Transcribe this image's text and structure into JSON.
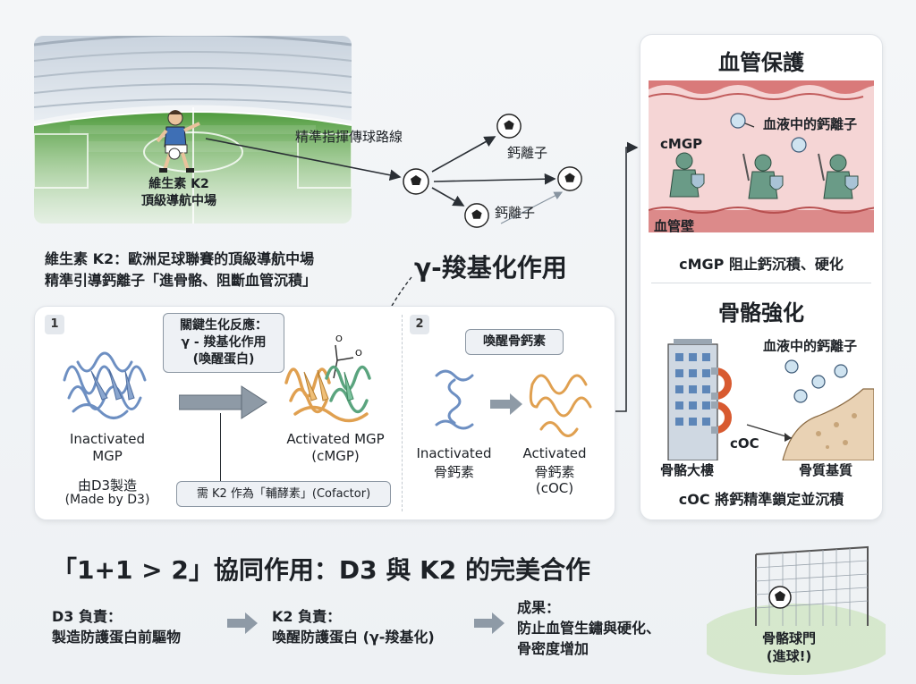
{
  "stadium": {
    "player_label": "維生素 K2",
    "player_sublabel": "頂級導航中場",
    "pass_label": "精準指揮傳球路線",
    "ion1": "鈣離子",
    "ion2": "鈣離子"
  },
  "intro": {
    "line1": "維生素 K2：歐洲足球聯賽的頂級導航中場",
    "line2": "精準引導鈣離子「進骨骼、阻斷血管沉積」"
  },
  "gamma_title": "γ-羧基化作用",
  "panel1": {
    "number": "1",
    "reaction_line1": "關鍵生化反應：",
    "reaction_line2": "γ - 羧基化作用",
    "reaction_line3": "(喚醒蛋白)",
    "inactive_line1": "Inactivated",
    "inactive_line2": "MGP",
    "made_line1": "由D3製造",
    "made_line2": "(Made by D3)",
    "active_line1": "Activated MGP",
    "active_line2": "(cMGP)",
    "cofactor": "需 K2 作為「輔酵素」(Cofactor)"
  },
  "panel2": {
    "number": "2",
    "wake_label": "喚醒骨鈣素",
    "inactive_line1": "Inactivated",
    "inactive_line2": "骨鈣素",
    "active_line1": "Activated",
    "active_line2": "骨鈣素",
    "active_line3": "(cOC)"
  },
  "vessel": {
    "title": "血管保護",
    "cmgp_label": "cMGP",
    "blood_ion": "血液中的鈣離子",
    "wall_label": "血管壁",
    "caption": "cMGP 阻止鈣沉積、硬化"
  },
  "bone": {
    "title": "骨骼強化",
    "blood_ion": "血液中的鈣離子",
    "coc_label": "cOC",
    "building_label": "骨骼大樓",
    "matrix_label": "骨質基質",
    "caption": "cOC 將鈣精準鎖定並沉積"
  },
  "synergy": {
    "title": "「1+1 > 2」協同作用：D3 與 K2 的完美合作",
    "d3_head": "D3 負責：",
    "d3_body": "製造防護蛋白前驅物",
    "k2_head": "K2 負責：",
    "k2_body": "喚醒防護蛋白 (γ-羧基化)",
    "result_head": "成果：",
    "result_line1": "防止血管生鏽與硬化、",
    "result_line2": "骨密度增加"
  },
  "goal": {
    "line1": "骨骼球門",
    "line2": "(進球!)"
  },
  "colors": {
    "field_green": "#5fa34a",
    "vessel_pink": "#f2c7c7",
    "protein_orange": "#e0a050",
    "protein_green": "#5aa47e",
    "protein_blue": "#6d8fc2",
    "arrow_gray": "#7f8c97"
  }
}
